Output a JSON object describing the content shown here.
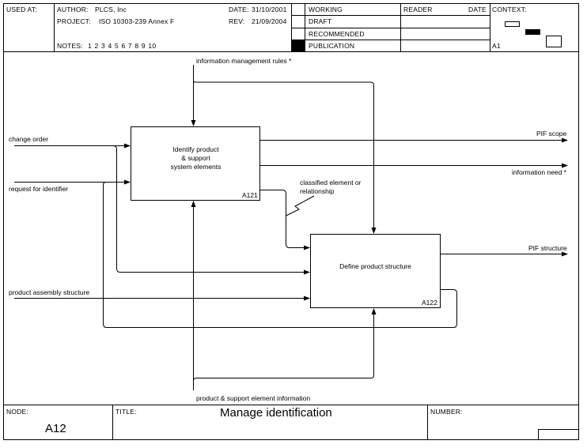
{
  "header": {
    "used_at_label": "USED AT:",
    "author_label": "AUTHOR:",
    "author": "PLCS, Inc",
    "project_label": "PROJECT:",
    "project": "ISO 10303-239 Annex F",
    "date_label": "DATE:",
    "date": "31/10/2001",
    "rev_label": "REV:",
    "rev": "21/09/2004",
    "notes_label": "NOTES:",
    "notes": "1  2  3  4  5  6  7  8  9  10",
    "status_rows": [
      {
        "label": "WORKING",
        "marked": false
      },
      {
        "label": "DRAFT",
        "marked": false
      },
      {
        "label": "RECOMMENDED",
        "marked": false
      },
      {
        "label": "PUBLICATION",
        "marked": true
      }
    ],
    "reader_label": "READER",
    "reader_date_label": "DATE",
    "context_label": "CONTEXT:",
    "context_node": "A1"
  },
  "diagram": {
    "boxes": [
      {
        "id": "A121",
        "label_lines": [
          "Identify product",
          "& support",
          "system elements"
        ]
      },
      {
        "id": "A122",
        "label_lines": [
          "Define product structure"
        ]
      }
    ],
    "arrows": {
      "control_top": "information management rules *",
      "input_change_order": "change order",
      "input_request": "request for identifier",
      "input_assembly": "product assembly structure",
      "output_pif_scope": "PIF scope",
      "output_info_need": "information need *",
      "output_pif_structure": "PIF structure",
      "internal_classified": "classified element or relationship",
      "classified_line1": "classified element or",
      "classified_line2": "relationship",
      "mechanism_bottom": "product & support element information"
    }
  },
  "footer": {
    "node_label": "NODE:",
    "node": "A12",
    "title_label": "TITLE:",
    "title": "Manage identification",
    "number_label": "NUMBER:"
  }
}
